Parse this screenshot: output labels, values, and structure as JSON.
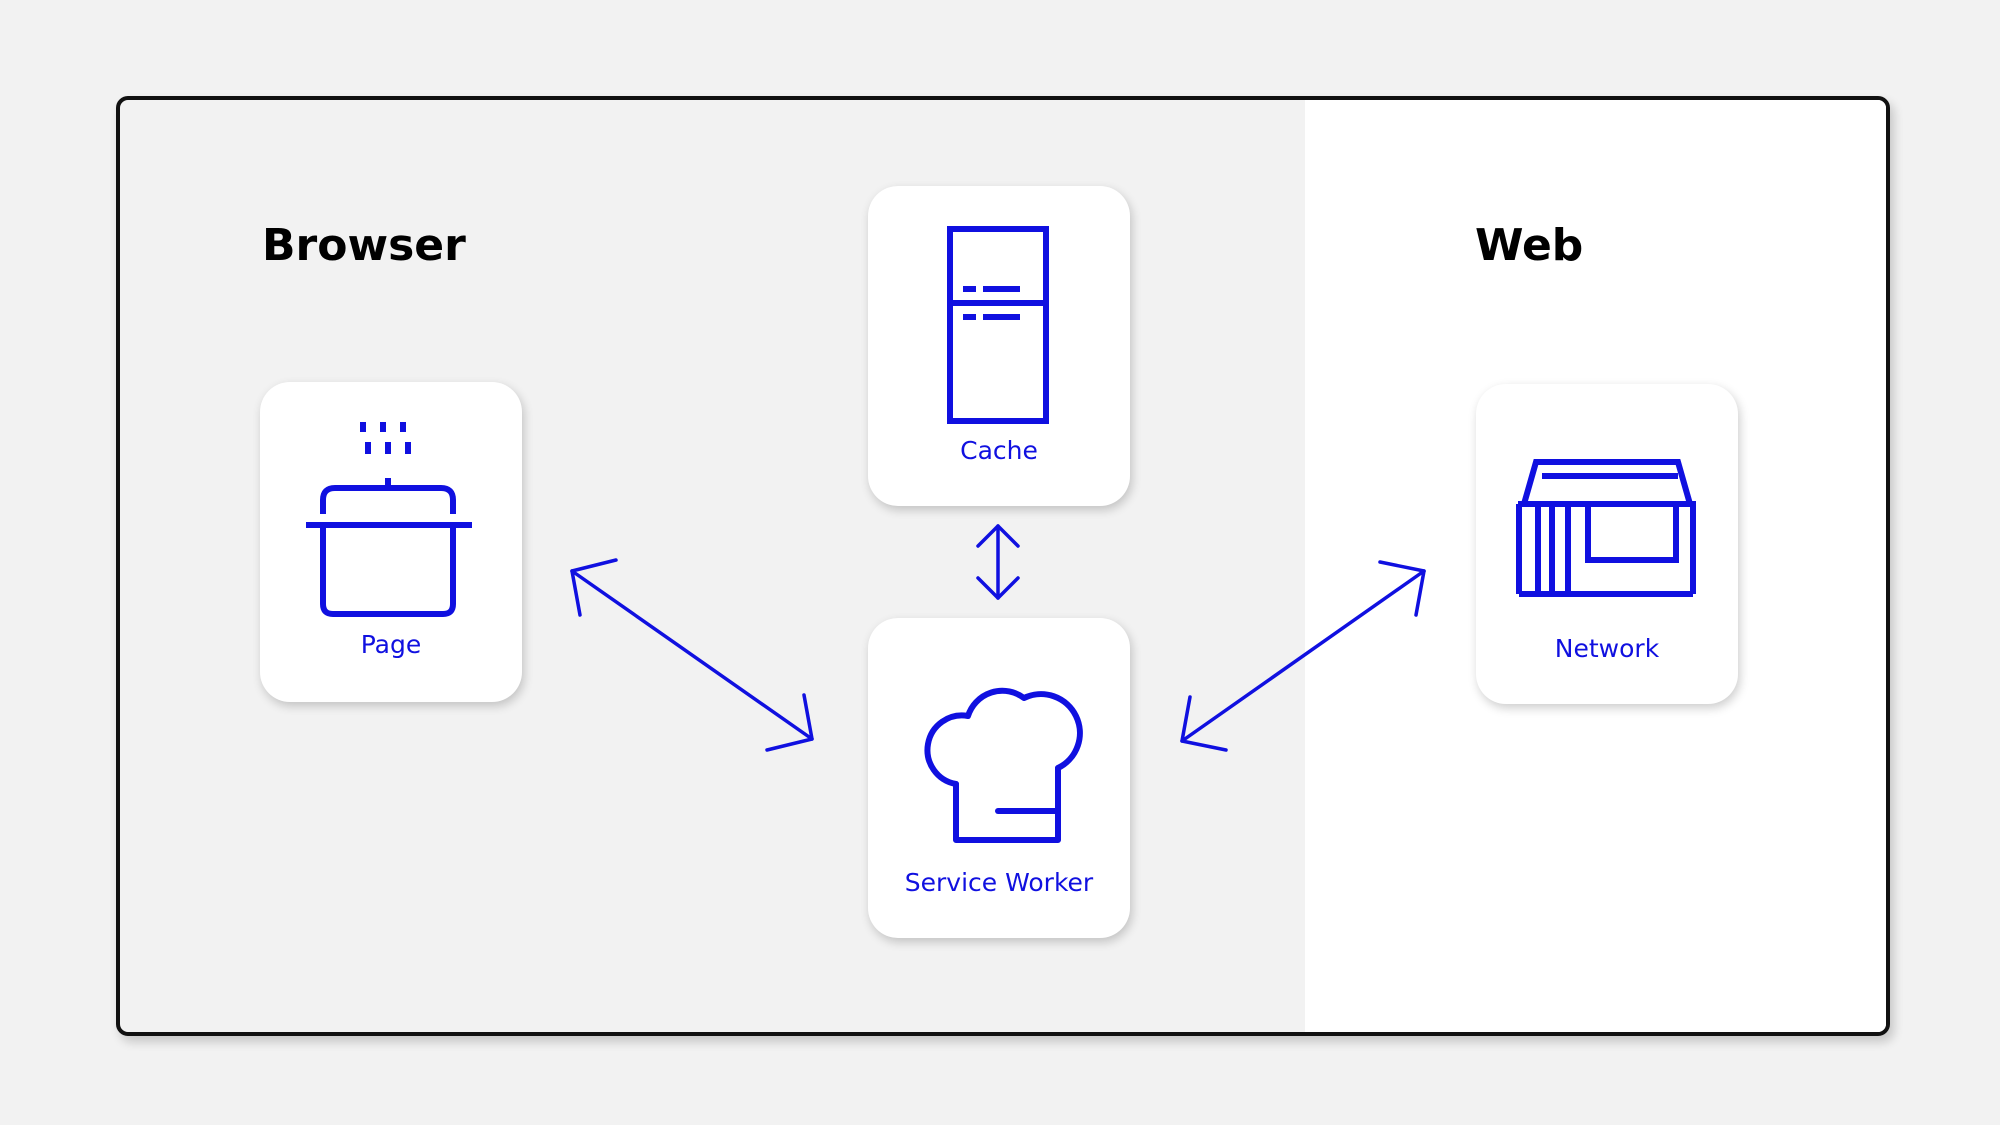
{
  "zones": {
    "browser": "Browser",
    "web": "Web"
  },
  "cards": {
    "page": {
      "label": "Page",
      "icon": "cooking-pot-icon"
    },
    "cache": {
      "label": "Cache",
      "icon": "refrigerator-icon"
    },
    "service_worker": {
      "label": "Service Worker",
      "icon": "chef-hat-icon"
    },
    "network": {
      "label": "Network",
      "icon": "storefront-icon"
    }
  },
  "colors": {
    "accent": "#1010e0",
    "browser_zone": "#f2f2f2",
    "web_zone": "#ffffff",
    "frame_border": "#111111"
  }
}
